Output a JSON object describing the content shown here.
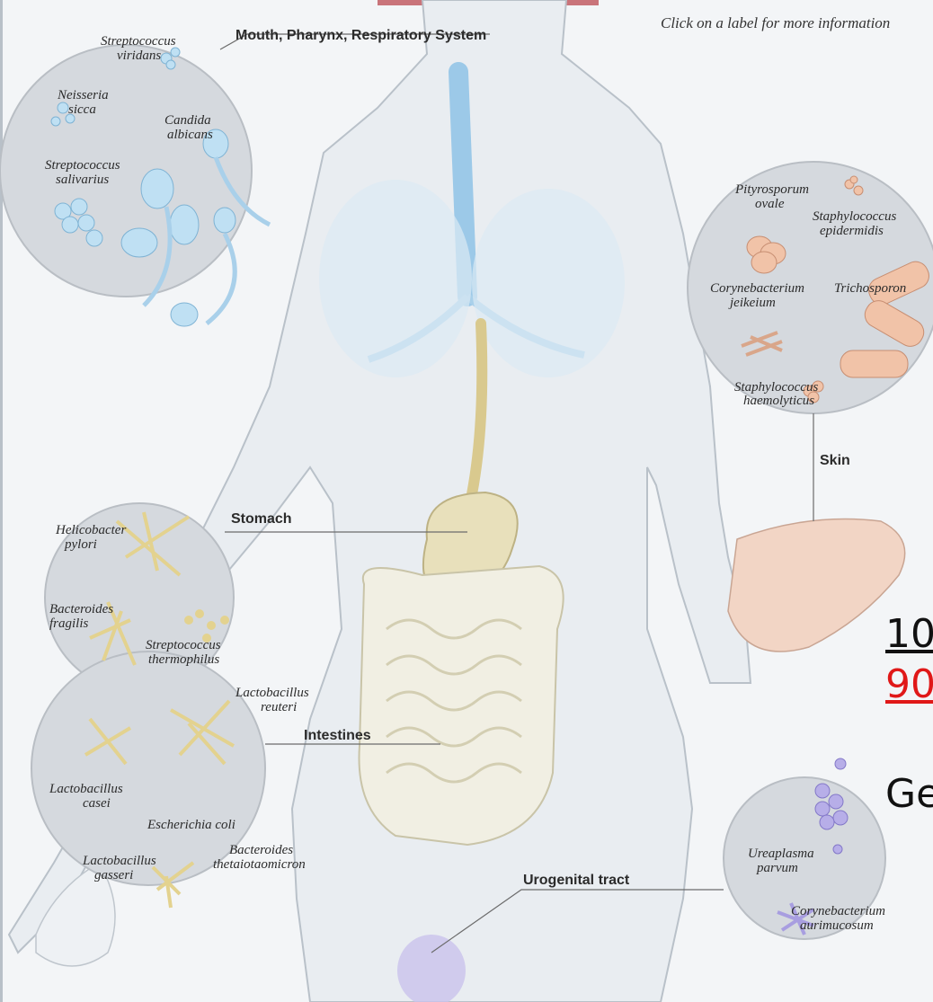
{
  "hint": "Click on a label for more information",
  "regions": {
    "mouth": {
      "label": "Mouth, Pharynx, Respiratory System",
      "organisms": [
        "Streptococcus",
        "viridans",
        "Neisseria",
        "sicca",
        "Candida",
        "albicans",
        "Streptococcus",
        "salivarius"
      ]
    },
    "skin": {
      "label": "Skin",
      "organisms": [
        "Pityrosporum",
        "ovale",
        "Staphylococcus",
        "epidermidis",
        "Corynebacterium",
        "jeikeium",
        "Trichosporon",
        "Staphylococcus",
        "haemolyticus"
      ]
    },
    "stomach": {
      "label": "Stomach",
      "organisms": [
        "Helicobacter",
        "pylori"
      ]
    },
    "intestines": {
      "label": "Intestines",
      "organisms": [
        "Bacteroides",
        "fragilis",
        "Streptococcus",
        "thermophilus",
        "Lactobacillus",
        "reuteri",
        "Lactobacillus",
        "casei",
        "Escherichia coli",
        "Lactobacillus",
        "gasseri",
        "Bacteroides",
        "thetaiotaomicron"
      ]
    },
    "urogenital": {
      "label": "Urogenital tract",
      "organisms": [
        "Ureaplasma",
        "parvum",
        "Corynebacterium",
        "aurimucosum"
      ]
    }
  },
  "overlay": {
    "line1": "10",
    "line2": "90",
    "line3": "Ge"
  },
  "colors": {
    "respiratory": "#9cc9e8",
    "skin": "#f1c3a8",
    "gut": "#efe2b6",
    "urogenital": "#b7aee8",
    "overlay_red": "#e01818"
  }
}
